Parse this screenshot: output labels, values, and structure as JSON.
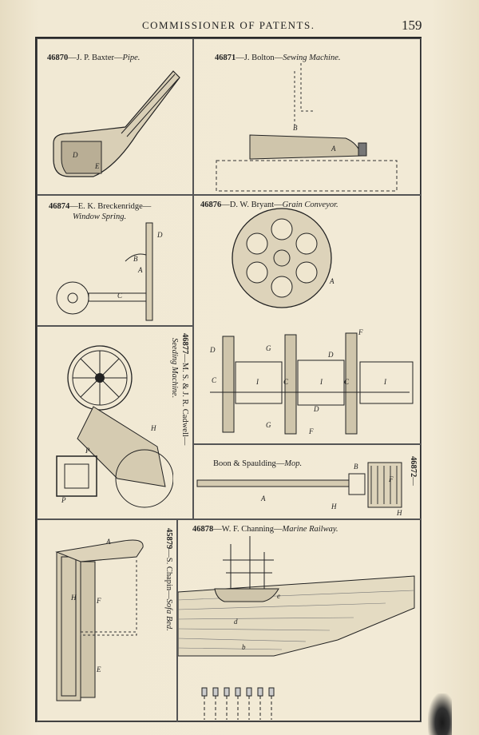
{
  "header": {
    "title": "COMMISSIONER OF PATENTS.",
    "page_number": "159"
  },
  "patents": [
    {
      "number": "46870",
      "inventor": "J. P. Baxter",
      "title": "Pipe."
    },
    {
      "number": "46871",
      "inventor": "J. Bolton",
      "title": "Sewing Machine."
    },
    {
      "number": "46874",
      "inventor": "E. K. Breckenridge—",
      "title": "Window Spring."
    },
    {
      "number": "46876",
      "inventor": "D. W. Bryant",
      "title": "Grain Conveyor."
    },
    {
      "number": "46877",
      "inventor": "M. S. & J. R. Cadwell—",
      "title": "Seeding Machine."
    },
    {
      "number": "46872",
      "inventor": "Boon & Spaulding",
      "title": "Mop."
    },
    {
      "number": "45879",
      "inventor": "S. Chapin",
      "title": "Sofa Bed."
    },
    {
      "number": "46878",
      "inventor": "W. F. Channing",
      "title": "Marine Railway."
    }
  ]
}
